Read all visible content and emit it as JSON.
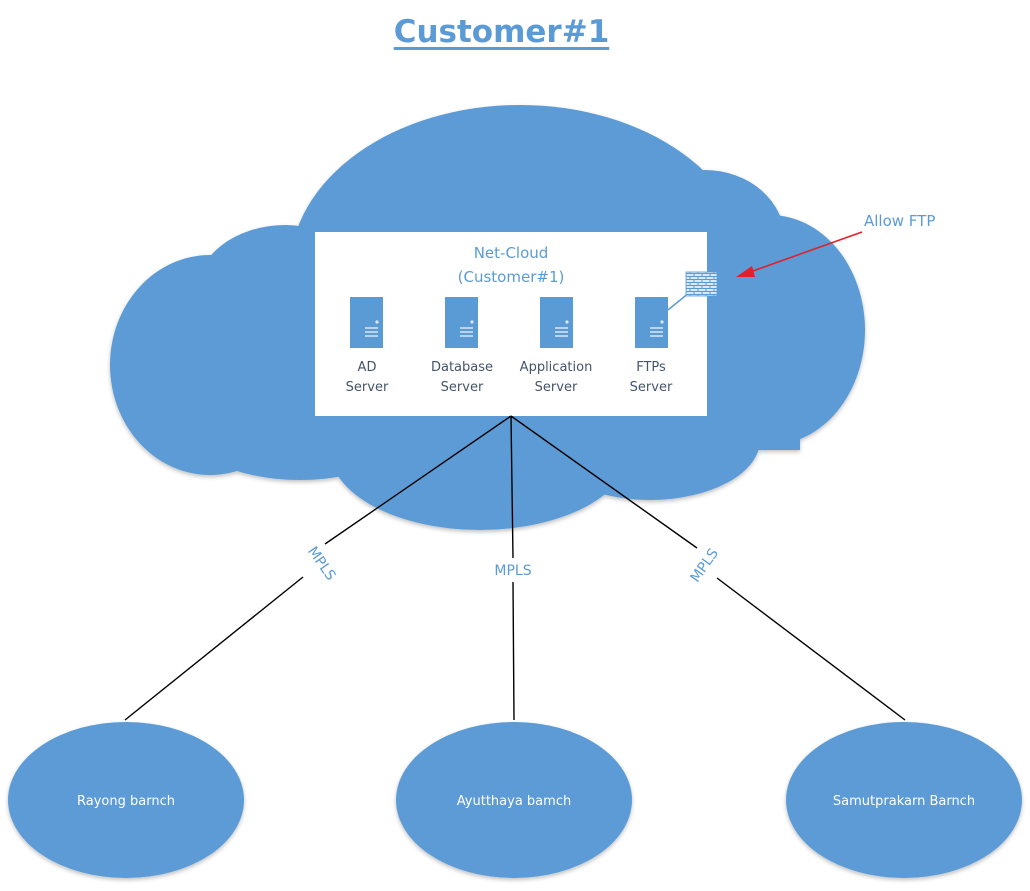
{
  "title": "Customer#1",
  "colors": {
    "cloud_fill": "#5b9bd5",
    "panel_fill": "#ffffff",
    "server_fill": "#5b9bd5",
    "label_text": "#5b9bd5",
    "server_text": "#44546a",
    "branch_text": "#ffffff",
    "link_line": "#000000",
    "arrow": "#e0202a"
  },
  "cloud": {
    "name_line1": "Net-Cloud",
    "name_line2": "(Customer#1)"
  },
  "servers": [
    {
      "line1": "AD",
      "line2": "Server",
      "icon": "server-icon"
    },
    {
      "line1": "Database",
      "line2": "Server",
      "icon": "server-icon"
    },
    {
      "line1": "Application",
      "line2": "Server",
      "icon": "server-icon"
    },
    {
      "line1": "FTPs",
      "line2": "Server",
      "icon": "server-icon"
    }
  ],
  "firewall": {
    "icon": "firewall-icon",
    "attached_to": "FTPs Server"
  },
  "annotation": {
    "text": "Allow FTP",
    "points_to": "firewall"
  },
  "links": [
    {
      "label": "MPLS",
      "to": "Rayong barnch"
    },
    {
      "label": "MPLS",
      "to": "Ayutthaya bamch"
    },
    {
      "label": "MPLS",
      "to": "Samutprakarn Barnch"
    }
  ],
  "branches": [
    {
      "label": "Rayong barnch"
    },
    {
      "label": "Ayutthaya bamch"
    },
    {
      "label": "Samutprakarn Barnch"
    }
  ]
}
